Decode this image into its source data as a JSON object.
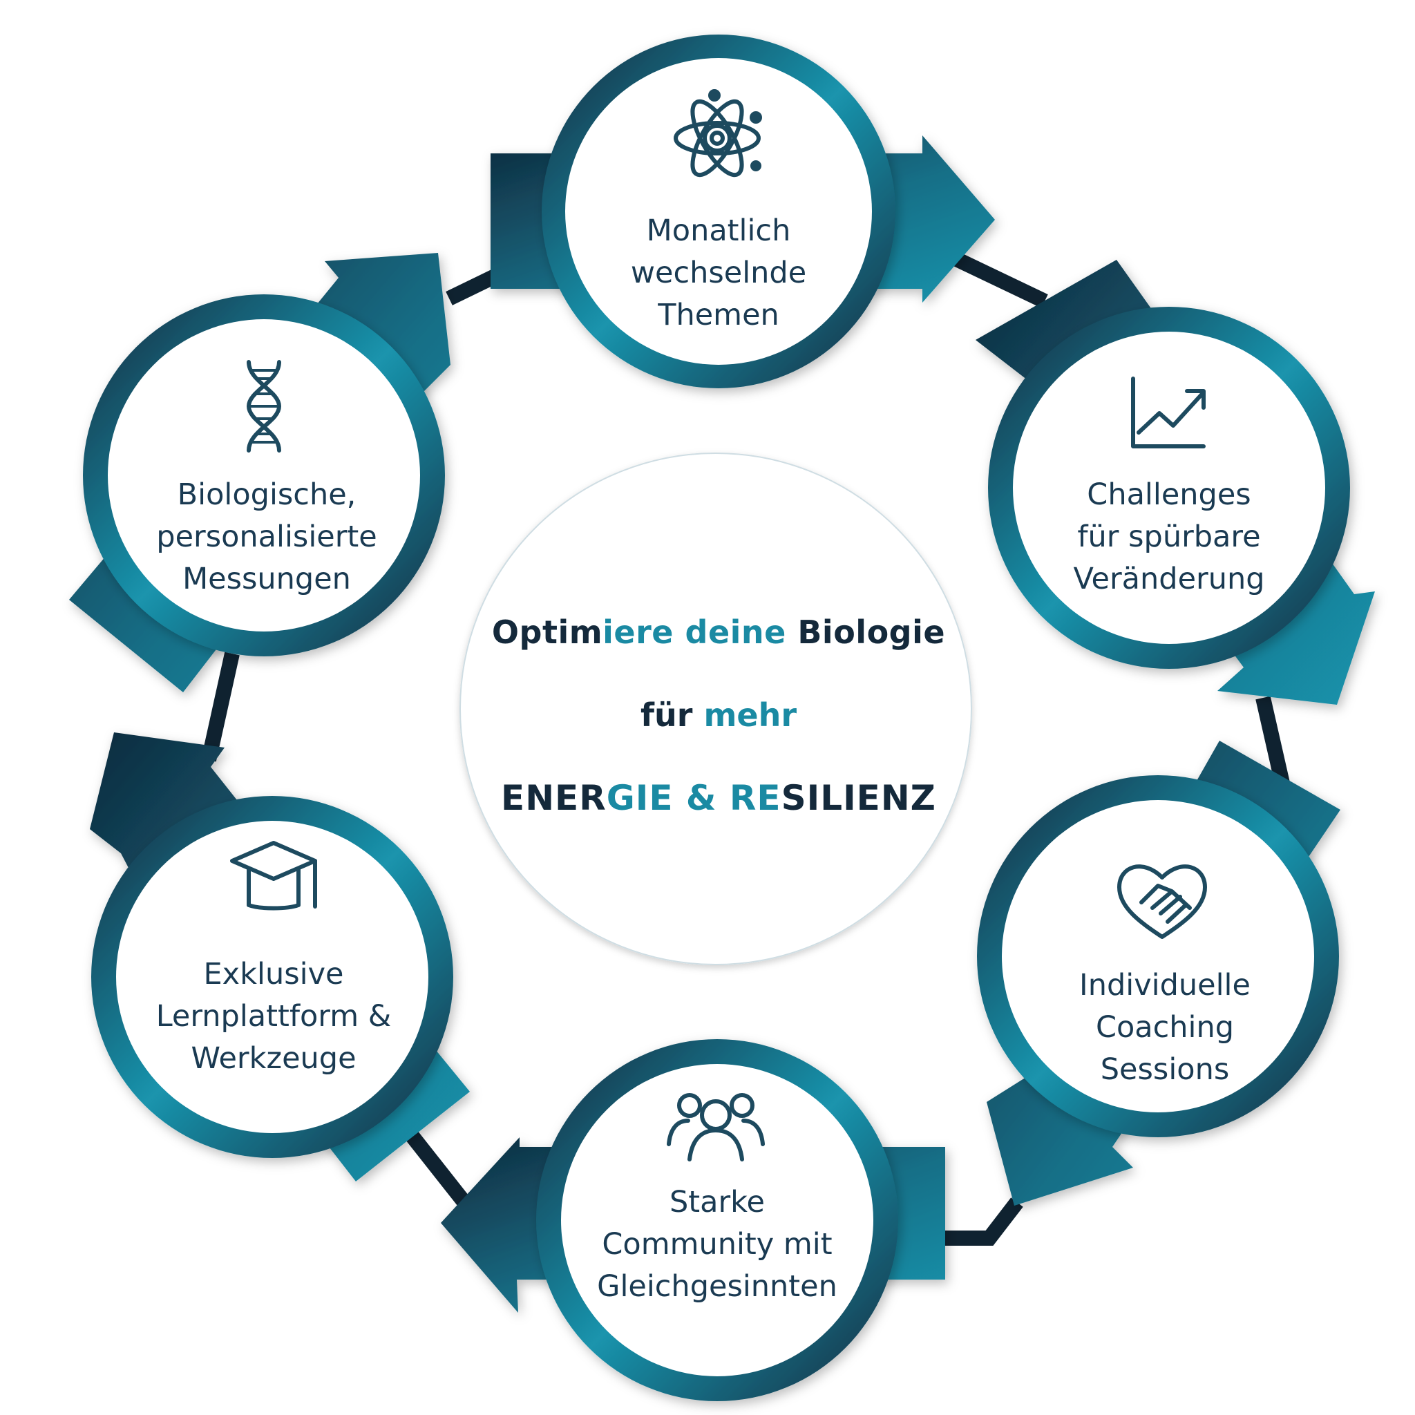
{
  "center": {
    "line1": {
      "a": "Optim",
      "b": "iere deine ",
      "c": "Biologie"
    },
    "line2": {
      "a": "für ",
      "b": "mehr"
    },
    "line3": {
      "a": "ENER",
      "b": "GIE & RE",
      "c": "SILIENZ"
    }
  },
  "nodes": [
    {
      "id": "themes",
      "icon": "atom-icon",
      "lines": [
        "Monatlich",
        "wechselnde",
        "Themen"
      ]
    },
    {
      "id": "challenges",
      "icon": "growth-chart-icon",
      "lines": [
        "Challenges",
        "für spürbare",
        "Veränderung"
      ]
    },
    {
      "id": "coaching",
      "icon": "handshake-heart-icon",
      "lines": [
        "Individuelle",
        "Coaching",
        "Sessions"
      ]
    },
    {
      "id": "community",
      "icon": "community-icon",
      "lines": [
        "Starke",
        "Community mit",
        "Gleichgesinnten"
      ]
    },
    {
      "id": "learning",
      "icon": "graduation-cap-icon",
      "lines": [
        "Exklusive",
        "Lernplattform &",
        "Werkzeuge"
      ]
    },
    {
      "id": "measurements",
      "icon": "dna-icon",
      "lines": [
        "Biologische,",
        "personalisierte",
        "Messungen"
      ]
    }
  ],
  "colors": {
    "dark": "#0f2a3d",
    "teal": "#1a94ad",
    "mid": "#176e86",
    "text": "#1a3a52"
  }
}
